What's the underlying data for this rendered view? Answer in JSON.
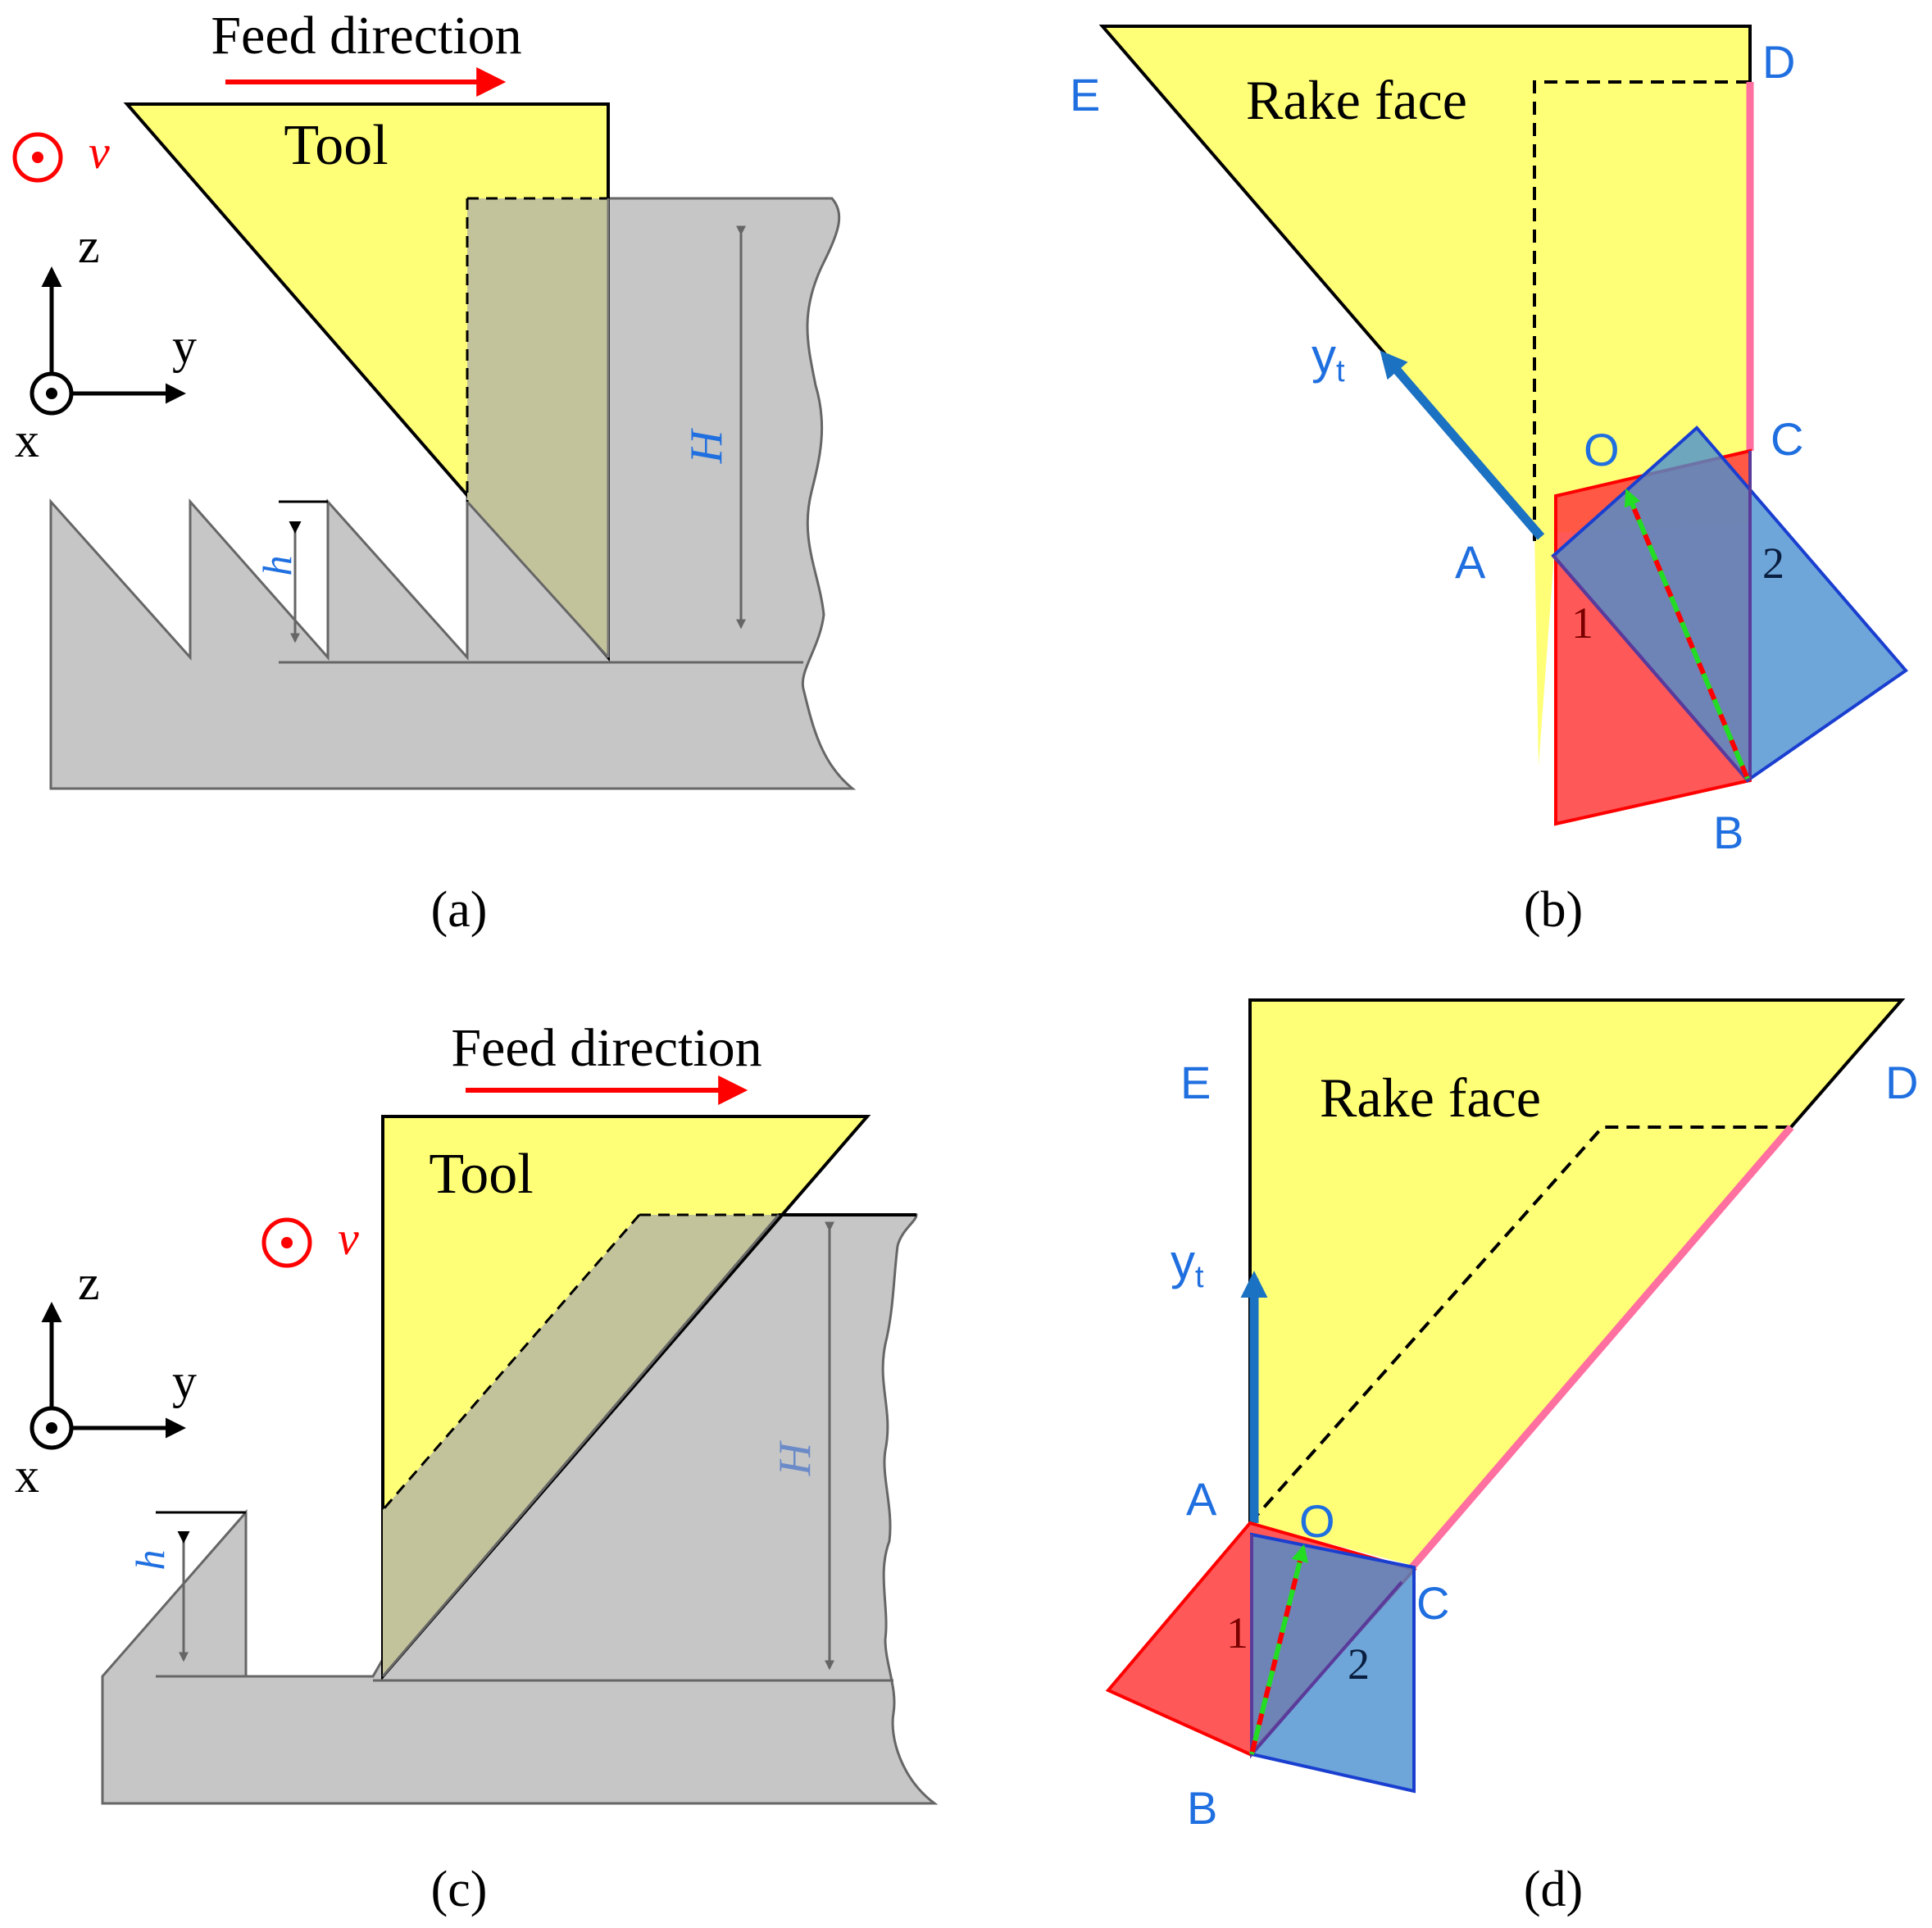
{
  "colors": {
    "tool": "#ffff77",
    "work": "#c6c6c6",
    "overlap": "#c3c39b",
    "red_arrow": "#ff0000",
    "blue_label": "#1f6fe0",
    "axis_blue": "#1b72c2",
    "pink_edge": "#ff6f9f",
    "red_region": "#ff3b3b",
    "blue_region": "#4a90d0",
    "green_arrow": "#22dd22"
  },
  "panels": {
    "a": {
      "caption": "(a)",
      "feed_label": "Feed direction",
      "tool_label": "Tool",
      "velocity_label": "v",
      "axis_z": "z",
      "axis_y": "y",
      "axis_x": "x",
      "height_big": "H",
      "height_small": "h"
    },
    "b": {
      "caption": "(b)",
      "title": "Rake face",
      "points": {
        "A": "A",
        "B": "B",
        "C": "C",
        "D": "D",
        "E": "E",
        "O": "O"
      },
      "axis_label": "y",
      "axis_sub": "t",
      "region_1": "1",
      "region_2": "2"
    },
    "c": {
      "caption": "(c)",
      "feed_label": "Feed direction",
      "tool_label": "Tool",
      "velocity_label": "v",
      "axis_z": "z",
      "axis_y": "y",
      "axis_x": "x",
      "height_big": "H",
      "height_small": "h"
    },
    "d": {
      "caption": "(d)",
      "title": "Rake face",
      "points": {
        "A": "A",
        "B": "B",
        "C": "C",
        "D": "D",
        "E": "E",
        "O": "O"
      },
      "axis_label": "y",
      "axis_sub": "t",
      "region_1": "1",
      "region_2": "2"
    }
  }
}
